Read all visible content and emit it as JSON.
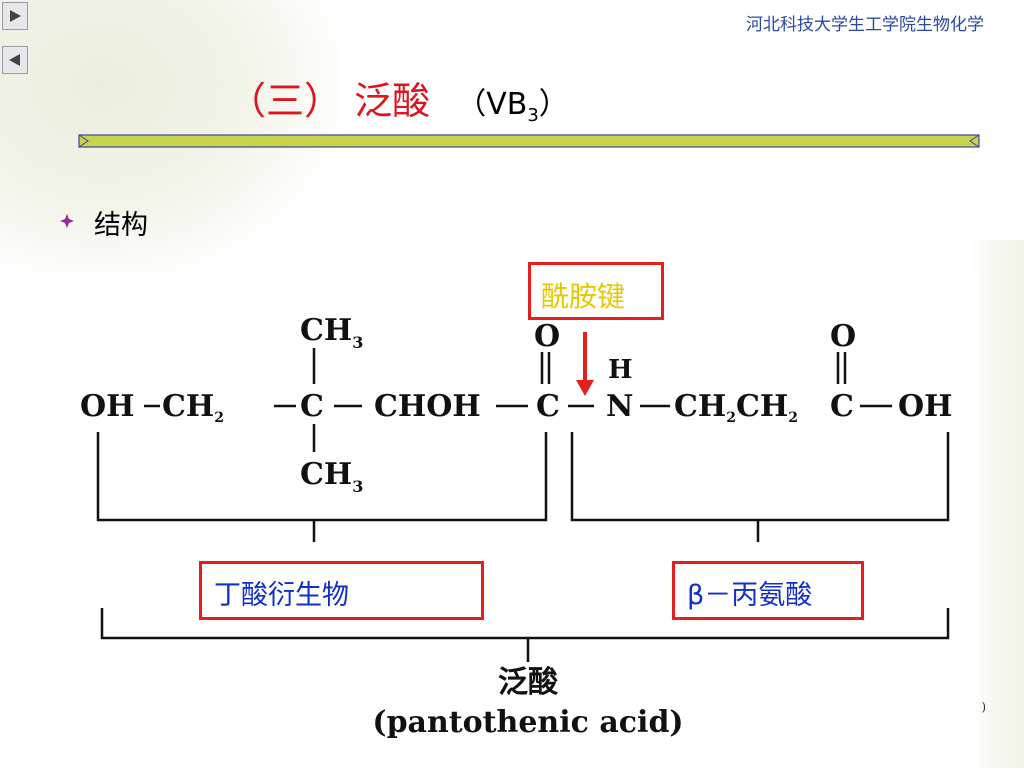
{
  "header": {
    "institution": "河北科技大学生工学院生物化学"
  },
  "nav": {
    "next_icon": "play-right-icon",
    "prev_icon": "play-left-icon"
  },
  "title": {
    "number": "（三）",
    "name": "泛酸",
    "formula_prefix": "（VB",
    "formula_sub": "3",
    "formula_suffix": "）"
  },
  "bullet": {
    "icon": "diamond-bullet-icon",
    "text": "结构"
  },
  "structure": {
    "top_ch3": "CH",
    "top_ch3_sub": "3",
    "carbonyl_o_left": "O",
    "h_label": "H",
    "carbonyl_o_right": "O",
    "chain_a": "OH",
    "chain_b": "CH",
    "chain_b_sub": "2",
    "chain_c": "C",
    "chain_d": "CHOH",
    "chain_e": "C",
    "chain_f": "N",
    "chain_g": "CH",
    "chain_g_sub": "2",
    "chain_h": "CH",
    "chain_h_sub": "2",
    "chain_i": "C",
    "chain_j": "OH",
    "bottom_ch3": "CH",
    "bottom_ch3_sub": "3",
    "compound_name_cn": "泛酸",
    "compound_name_en": "(pantothenic  acid)"
  },
  "labels": {
    "amide_bond": "酰胺键",
    "butyric_derivative": "丁酸衍生物",
    "beta_alanine": "β－丙氨酸"
  },
  "footer": {
    "page_number": ")"
  },
  "colors": {
    "title_red": "#e0141e",
    "header_blue": "#2a48a8",
    "box_red": "#e61e1e",
    "amide_yellow": "#e6c800",
    "label_blue": "#1030c8",
    "bullet_purple": "#9a2a9a"
  }
}
